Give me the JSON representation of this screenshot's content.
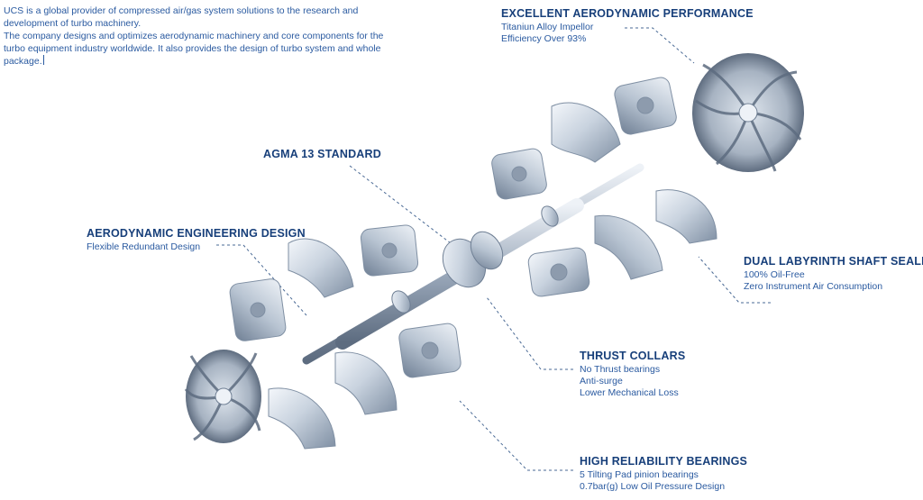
{
  "intro": {
    "paragraph1": "UCS is a global provider of compressed air/gas system solutions to the research and development of turbo machinery.",
    "paragraph2": "The company designs and optimizes aerodynamic machinery and core components for the turbo equipment industry worldwide. It also provides the design of turbo system and whole package."
  },
  "callouts": {
    "aerodynamic_performance": {
      "title": "EXCELLENT AERODYNAMIC PERFORMANCE",
      "lines": [
        "Titaniun Alloy Impellor",
        "Efficiency Over 93%"
      ]
    },
    "agma": {
      "title": "AGMA 13 STANDARD"
    },
    "engineering_design": {
      "title": "AERODYNAMIC ENGINEERING DESIGN",
      "lines": [
        "Flexible Redundant Design"
      ]
    },
    "shaft_sealing": {
      "title": "DUAL LABYRINTH SHAFT SEALING",
      "lines": [
        "100% Oil-Free",
        "Zero Instrument Air Consumption"
      ]
    },
    "thrust_collars": {
      "title": "THRUST COLLARS",
      "lines": [
        "No Thrust bearings",
        "Anti-surge",
        "Lower Mechanical Loss"
      ]
    },
    "bearings": {
      "title": "HIGH RELIABILITY BEARINGS",
      "lines": [
        "5 Tilting Pad pinion bearings",
        "0.7bar(g) Low Oil Pressure Design"
      ]
    }
  },
  "colors": {
    "heading": "#173f7a",
    "text": "#2a5aa0",
    "metal_light": "#e6edf5",
    "metal_dark": "#7f8fa3"
  }
}
